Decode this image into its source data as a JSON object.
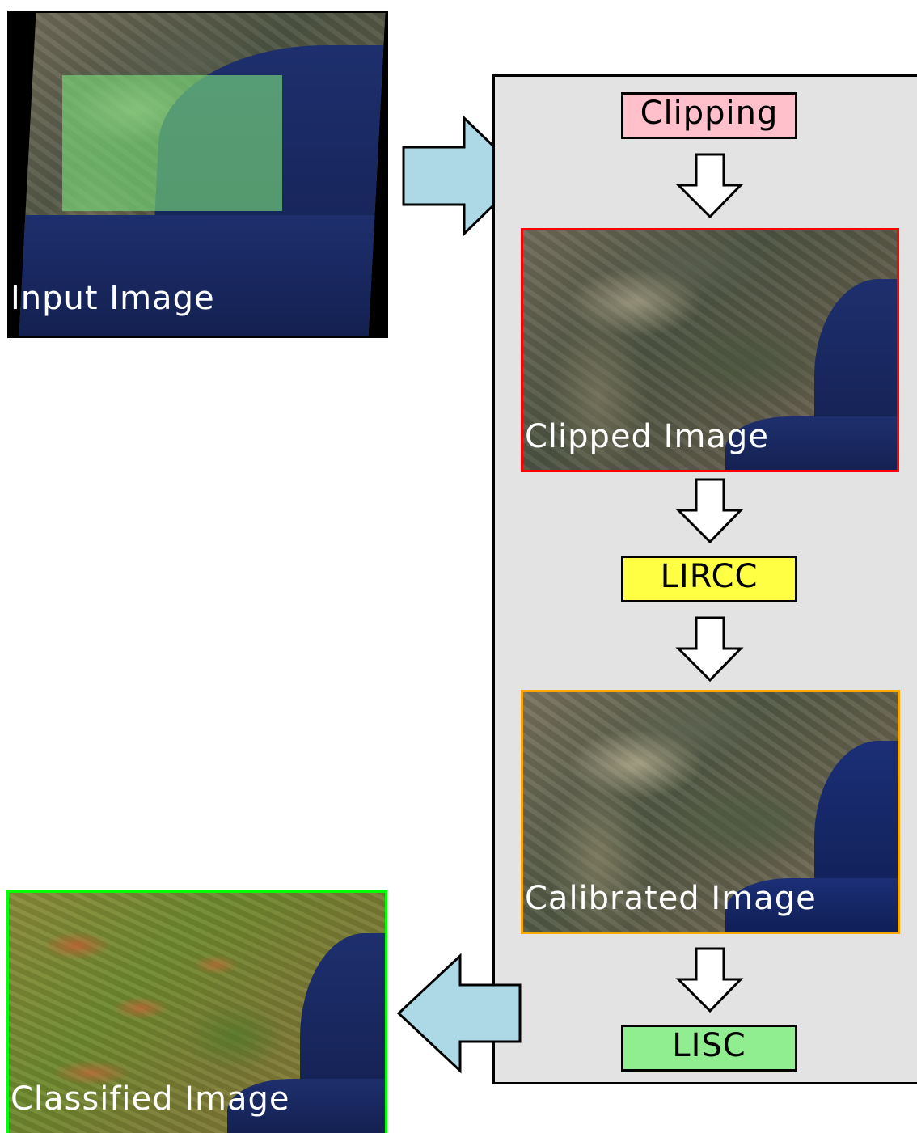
{
  "input_image": {
    "label": "Input Image"
  },
  "clipping": {
    "label": "Clipping",
    "color": "#ffc0cb"
  },
  "clipped_image": {
    "label": "Clipped Image",
    "border_color": "#ff0000"
  },
  "lircc": {
    "label": "LIRCC",
    "color": "#ffff44"
  },
  "calibrated_image": {
    "label": "Calibrated Image",
    "border_color": "#ffa500"
  },
  "lisc": {
    "label": "LISC",
    "color": "#90ee90"
  },
  "classified_image": {
    "label": "Classified Image",
    "border_color": "#00ff00"
  },
  "colors": {
    "big_arrow_fill": "#add8e6",
    "panel_fill": "#e3e3e3",
    "selection_overlay": "#7be07b"
  }
}
